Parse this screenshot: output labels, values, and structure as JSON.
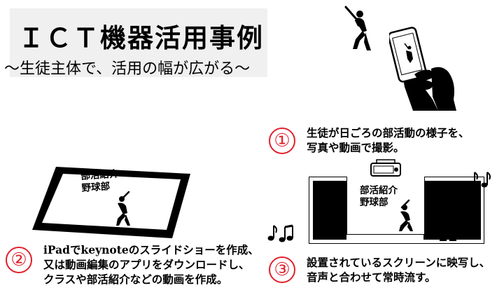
{
  "title": {
    "main": "ＩＣＴ機器活用事例",
    "sub": "～生徒主体で、活用の幅が広がる～"
  },
  "steps": [
    {
      "number": "①",
      "line1": "生徒が日ごろの部活動の様子を、",
      "line2": "写真や動画で撮影。"
    },
    {
      "number": "②",
      "line1": "iPadでkeynoteのスライドショーを作成、",
      "line2": "又は動画編集のアプリをダウンロードし、",
      "line3": "クラスや部活紹介などの動画を作成。"
    },
    {
      "number": "③",
      "line1": "設置されているスクリーンに映写し、",
      "line2": "音声と合わせて常時流す。"
    }
  ],
  "tablet_screen": {
    "line1": "部活紹介",
    "line2": "野球部"
  },
  "projector_screen": {
    "line1": "部活紹介",
    "line2": "野球部"
  },
  "icons": {
    "baseball_player": "baseball-batter-icon",
    "phone": "smartphone-in-hand-icon",
    "music": "music-notes-icon"
  },
  "colors": {
    "accent": "#e1212d"
  }
}
